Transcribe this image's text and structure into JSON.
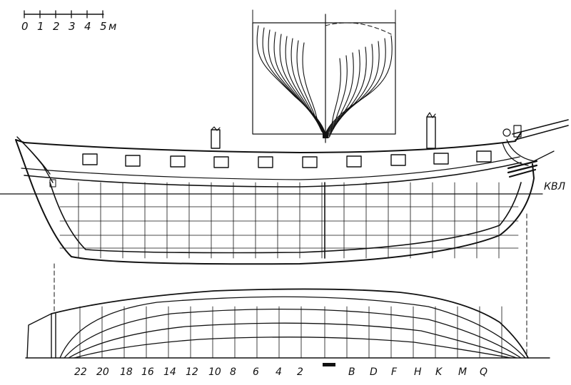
{
  "scale_bar": {
    "ticks": [
      "0",
      "1",
      "2",
      "3",
      "4",
      "5"
    ],
    "unit": "м"
  },
  "waterline_label": "КВЛ",
  "frame_stations": {
    "aft": [
      "22",
      "20",
      "18",
      "16",
      "14",
      "12",
      "10",
      "8",
      "6",
      "4",
      "2"
    ],
    "fore": [
      "B",
      "D",
      "F",
      "H",
      "K",
      "M",
      "Q"
    ]
  }
}
